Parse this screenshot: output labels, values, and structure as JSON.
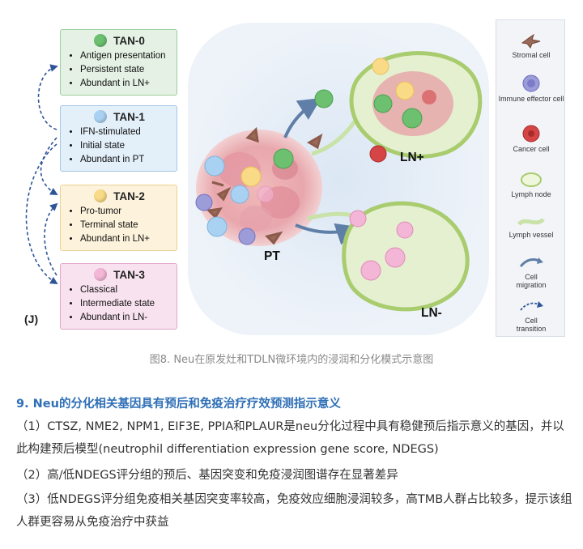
{
  "figure": {
    "cards": [
      {
        "title": "TAN-0",
        "color": "#6cc070",
        "items": [
          "Antigen presentation",
          "Persistent state",
          "Abundant in LN+"
        ]
      },
      {
        "title": "TAN-1",
        "color": "#a9d1f2",
        "items": [
          "IFN-stimulated",
          "Initial state",
          "Abundant in PT"
        ]
      },
      {
        "title": "TAN-2",
        "color": "#f9da86",
        "items": [
          "Pro-tumor",
          "Terminal state",
          "Abundant in LN+"
        ]
      },
      {
        "title": "TAN-3",
        "color": "#f4b6d6",
        "items": [
          "Classical",
          "Intermediate state",
          "Abundant in LN-"
        ]
      }
    ],
    "panel_label": "(J)",
    "labels": {
      "pt": "PT",
      "ln_pos": "LN+",
      "ln_neg": "LN-"
    },
    "legend": [
      {
        "icon": "stromal-cell-icon",
        "label": "Stromal cell"
      },
      {
        "icon": "immune-effector-cell-icon",
        "label": "Immune effector cell"
      },
      {
        "icon": "cancer-cell-icon",
        "label": "Cancer cell"
      },
      {
        "icon": "lymph-node-icon",
        "label": "Lymph node"
      },
      {
        "icon": "lymph-vessel-icon",
        "label": "Lymph vessel"
      },
      {
        "icon": "cell-migration-arrow-icon",
        "label": "Cell migration"
      },
      {
        "icon": "cell-transition-arrow-icon",
        "label": "Cell transition"
      }
    ]
  },
  "caption": "图8. Neu在原发灶和TDLN微环境内的浸润和分化模式示意图",
  "section_title": "9. Neu的分化相关基因具有预后和免疫治疗疗效预测指示意义",
  "paragraphs": [
    "（1）CTSZ, NME2, NPM1, EIF3E, PPIA和PLAUR是neu分化过程中具有稳健预后指示意义的基因，并以此构建预后模型(neutrophil differentiation expression gene score, NDEGS)",
    "（2）高/低NDEGS评分组的预后、基因突变和免疫浸润图谱存在显著差异",
    "（3）低NDEGS评分组免疫相关基因突变率较高，免疫效应细胞浸润较多，高TMB人群占比较多，提示该组人群更容易从免疫治疗中获益"
  ]
}
